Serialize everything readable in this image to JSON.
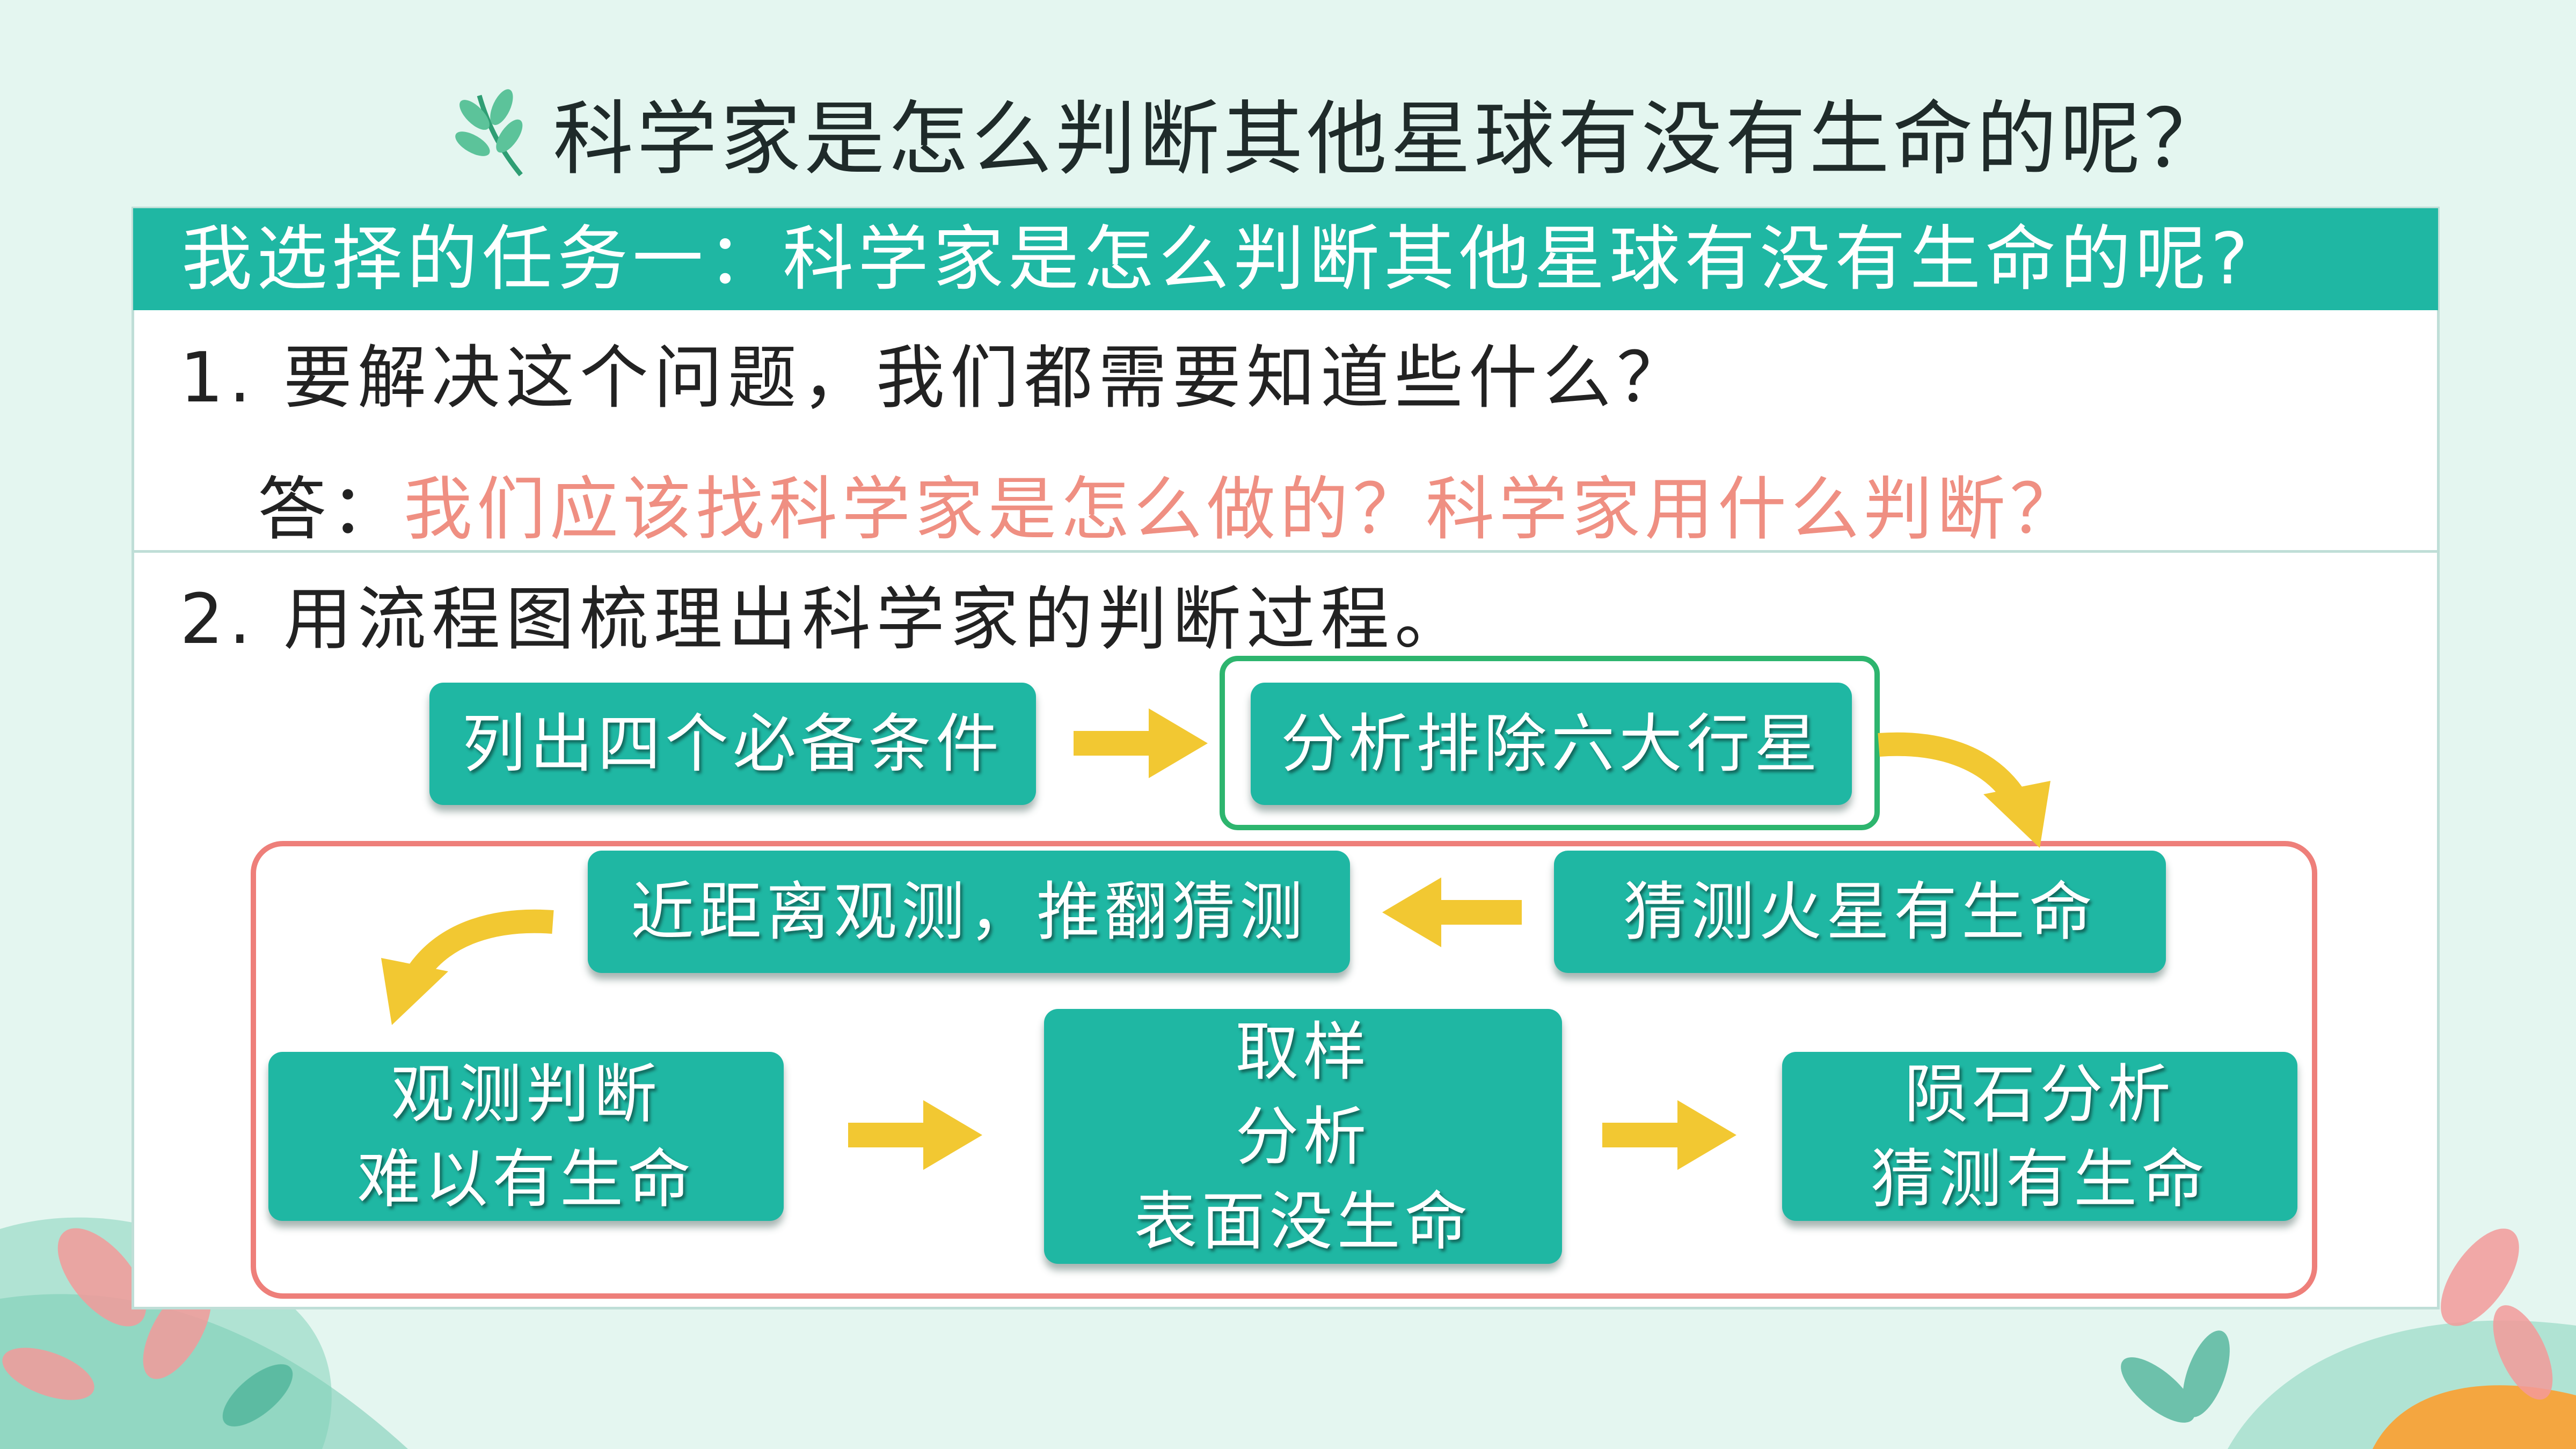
{
  "title": "科学家是怎么判断其他星球有没有生命的呢？",
  "task_bar": "我选择的任务一：科学家是怎么判断其他星球有没有生命的呢?",
  "question1": "1. 要解决这个问题，我们都需要知道些什么？",
  "answer_label": "答：",
  "answer_text": "我们应该找科学家是怎么做的？科学家用什么判断？",
  "question2": "2. 用流程图梳理出科学家的判断过程。",
  "flow": {
    "step1": "列出四个必备条件",
    "step2": "分析排除六大行星",
    "step3": "猜测火星有生命",
    "step4": "近距离观测，推翻猜测",
    "step5": [
      "观测判断",
      "难以有生命"
    ],
    "step6": [
      "取样",
      "分析",
      "表面没生命"
    ],
    "step7": [
      "陨石分析",
      "猜测有生命"
    ]
  },
  "colors": {
    "box": "#1fb7a3",
    "arrow": "#f2c832",
    "highlight_green": "#2db56e",
    "highlight_red": "#ee7f7a",
    "answer": "#ef8f82"
  }
}
